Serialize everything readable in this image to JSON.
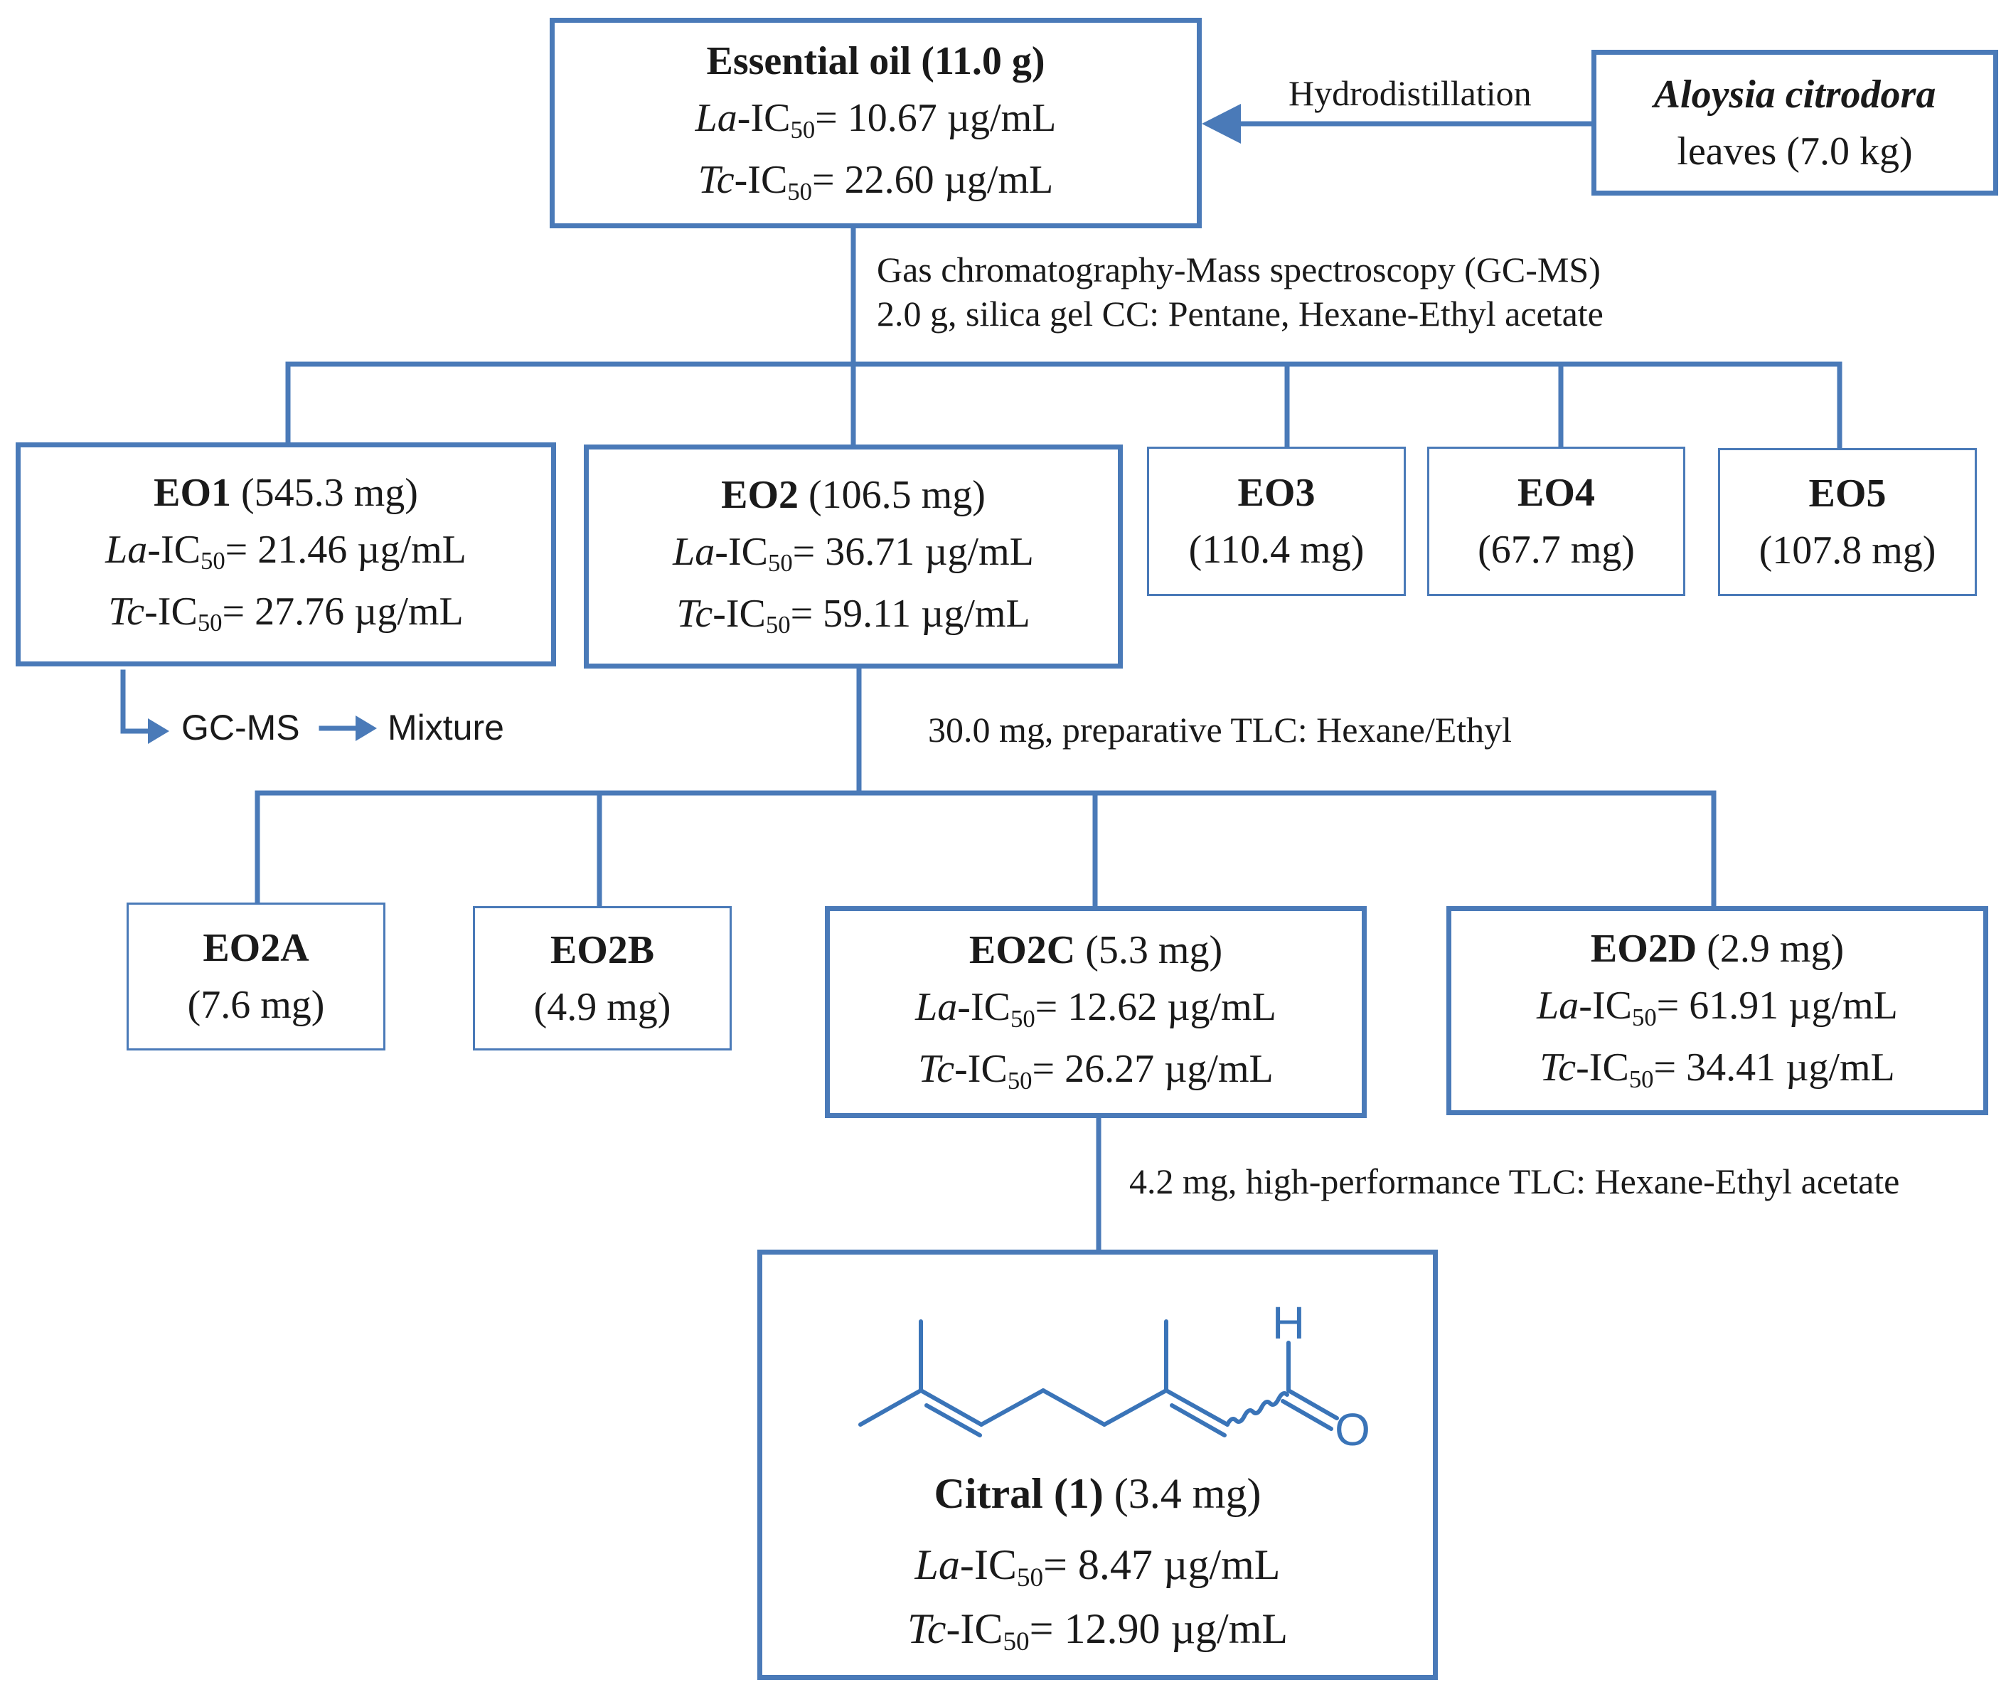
{
  "colors": {
    "accent": "#4a7ab8",
    "text": "#1a1a1a"
  },
  "ic_sub": "50",
  "source": {
    "title": "Aloysia citrodora",
    "detail": "leaves (7.0 kg)"
  },
  "step_hydro": "Hydrodistillation",
  "essential_oil": {
    "title": "Essential oil (11.0 g)",
    "la_prefix": "La",
    "la_value": "= 10.67 µg/mL",
    "tc_prefix": "Tc",
    "tc_value": "= 22.60 µg/mL"
  },
  "step_cc": {
    "line1": "Gas chromatography-Mass spectroscopy (GC-MS)",
    "line2": "2.0 g, silica gel CC: Pentane, Hexane-Ethyl acetate"
  },
  "eo1": {
    "name": "EO1",
    "mass": " (545.3 mg)",
    "la_prefix": "La",
    "la_value": "= 21.46 µg/mL",
    "tc_prefix": "Tc",
    "tc_value": "= 27.76 µg/mL"
  },
  "eo2": {
    "name": "EO2",
    "mass": " (106.5 mg)",
    "la_prefix": "La",
    "la_value": "= 36.71 µg/mL",
    "tc_prefix": "Tc",
    "tc_value": "= 59.11 µg/mL"
  },
  "eo3": {
    "name": "EO3",
    "mass": "(110.4 mg)"
  },
  "eo4": {
    "name": "EO4",
    "mass": "(67.7 mg)"
  },
  "eo5": {
    "name": "EO5",
    "mass": "(107.8 mg)"
  },
  "eo1_flow": {
    "step": "GC-MS",
    "result": "Mixture"
  },
  "step_tlc": "30.0 mg, preparative TLC: Hexane/Ethyl",
  "eo2a": {
    "name": "EO2A",
    "mass": "(7.6 mg)"
  },
  "eo2b": {
    "name": "EO2B",
    "mass": "(4.9 mg)"
  },
  "eo2c": {
    "name": "EO2C",
    "mass": " (5.3 mg)",
    "la_prefix": "La",
    "la_value": "= 12.62 µg/mL",
    "tc_prefix": "Tc",
    "tc_value": "= 26.27 µg/mL"
  },
  "eo2d": {
    "name": "EO2D",
    "mass": " (2.9 mg)",
    "la_prefix": "La",
    "la_value": "= 61.91 µg/mL",
    "tc_prefix": "Tc",
    "tc_value": "= 34.41 µg/mL"
  },
  "step_hptlc": "4.2 mg, high-performance TLC: Hexane-Ethyl acetate",
  "citral": {
    "name": "Citral (",
    "number": "1",
    "close": ")",
    "mass": " (3.4 mg)",
    "atom_h": "H",
    "atom_o": "O",
    "la_prefix": "La",
    "la_value": "= 8.47 µg/mL",
    "tc_prefix": "Tc",
    "tc_value": "= 12.90 µg/mL"
  }
}
